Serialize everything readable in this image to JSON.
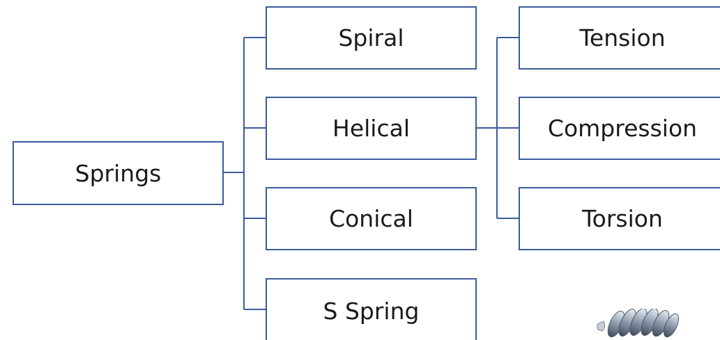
{
  "diagram": {
    "root": {
      "label": "Springs"
    },
    "level1": [
      {
        "label": "Spiral"
      },
      {
        "label": "Helical"
      },
      {
        "label": "Conical"
      },
      {
        "label": "S Spring"
      }
    ],
    "level2": [
      {
        "label": "Tension"
      },
      {
        "label": "Compression"
      },
      {
        "label": "Torsion"
      }
    ],
    "colors": {
      "line": "#3b5a9a",
      "box_border": "#3b5a9a",
      "text": "#1a1a1a"
    }
  }
}
